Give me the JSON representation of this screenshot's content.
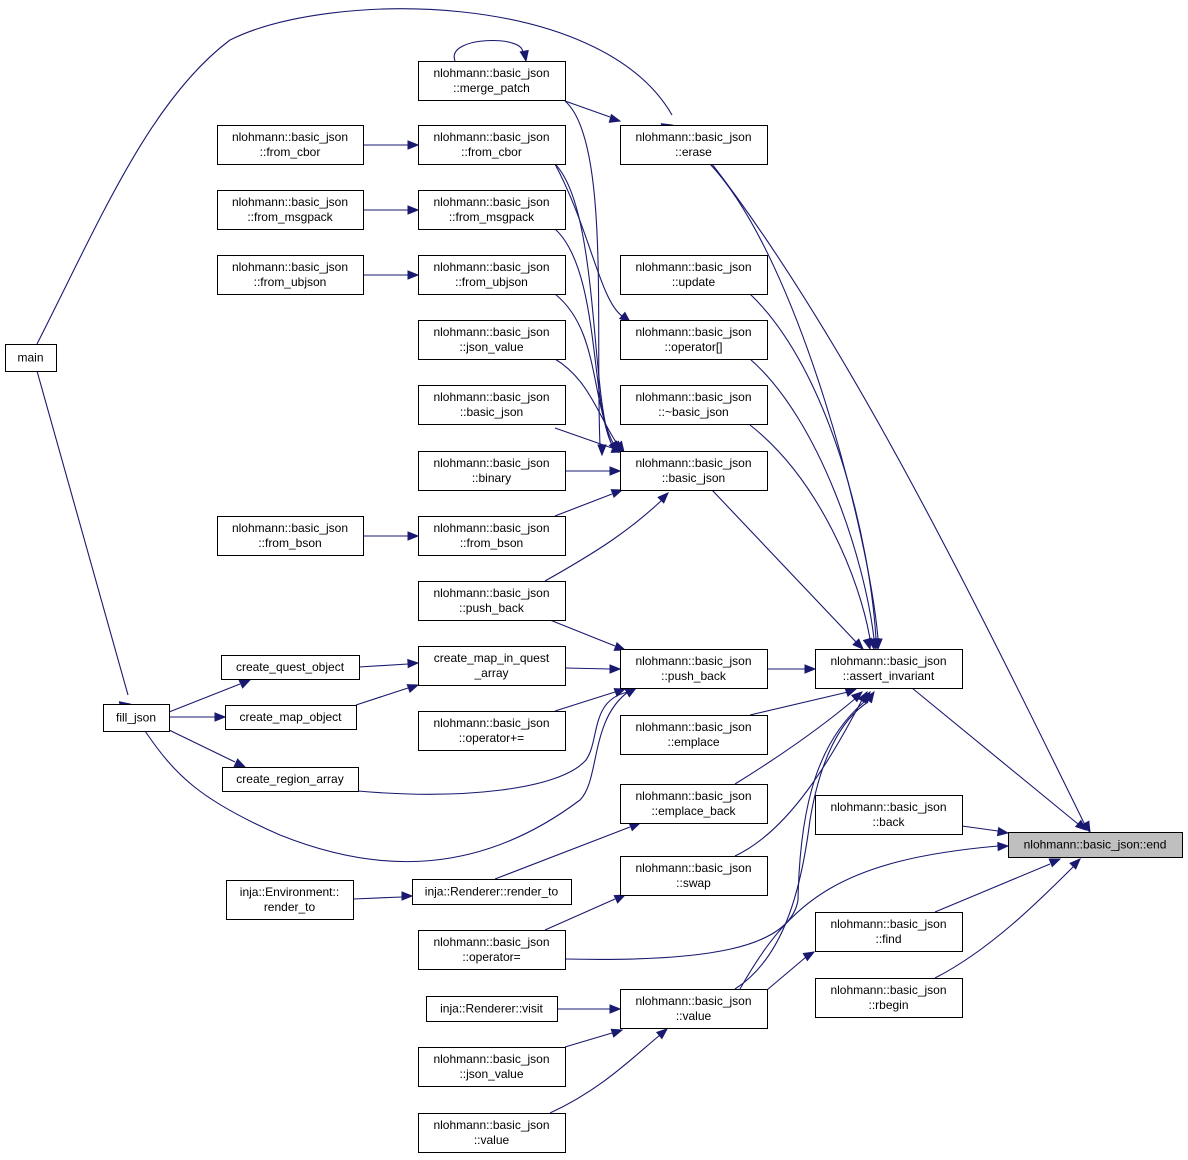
{
  "colors": {
    "edge": "#191970",
    "node_fill": "#ffffff",
    "highlight_fill": "#bfbfbf",
    "border": "#000000"
  },
  "nodes": [
    {
      "id": "main",
      "lines": [
        "main"
      ]
    },
    {
      "id": "fill_json",
      "lines": [
        "fill_json"
      ]
    },
    {
      "id": "from_cbor_l",
      "lines": [
        "nlohmann::basic_json",
        "::from_cbor"
      ]
    },
    {
      "id": "from_msgpack_l",
      "lines": [
        "nlohmann::basic_json",
        "::from_msgpack"
      ]
    },
    {
      "id": "from_ubjson_l",
      "lines": [
        "nlohmann::basic_json",
        "::from_ubjson"
      ]
    },
    {
      "id": "from_bson_l",
      "lines": [
        "nlohmann::basic_json",
        "::from_bson"
      ]
    },
    {
      "id": "create_quest_object",
      "lines": [
        "create_quest_object"
      ]
    },
    {
      "id": "create_map_object",
      "lines": [
        "create_map_object"
      ]
    },
    {
      "id": "create_region_array",
      "lines": [
        "create_region_array"
      ]
    },
    {
      "id": "env_render_to",
      "lines": [
        "inja::Environment::",
        "render_to"
      ]
    },
    {
      "id": "merge_patch",
      "lines": [
        "nlohmann::basic_json",
        "::merge_patch"
      ]
    },
    {
      "id": "from_cbor",
      "lines": [
        "nlohmann::basic_json",
        "::from_cbor"
      ]
    },
    {
      "id": "from_msgpack",
      "lines": [
        "nlohmann::basic_json",
        "::from_msgpack"
      ]
    },
    {
      "id": "from_ubjson",
      "lines": [
        "nlohmann::basic_json",
        "::from_ubjson"
      ]
    },
    {
      "id": "json_value1",
      "lines": [
        "nlohmann::basic_json",
        "::json_value"
      ]
    },
    {
      "id": "basic_json_ctor",
      "lines": [
        "nlohmann::basic_json",
        "::basic_json"
      ]
    },
    {
      "id": "binary",
      "lines": [
        "nlohmann::basic_json",
        "::binary"
      ]
    },
    {
      "id": "from_bson",
      "lines": [
        "nlohmann::basic_json",
        "::from_bson"
      ]
    },
    {
      "id": "push_back1",
      "lines": [
        "nlohmann::basic_json",
        "::push_back"
      ]
    },
    {
      "id": "create_map_in_quest",
      "lines": [
        "create_map_in_quest",
        "_array"
      ]
    },
    {
      "id": "operator_plus_eq",
      "lines": [
        "nlohmann::basic_json",
        "::operator+="
      ]
    },
    {
      "id": "renderer_render_to",
      "lines": [
        "inja::Renderer::render_to"
      ]
    },
    {
      "id": "operator_assign",
      "lines": [
        "nlohmann::basic_json",
        "::operator="
      ]
    },
    {
      "id": "renderer_visit",
      "lines": [
        "inja::Renderer::visit"
      ]
    },
    {
      "id": "json_value2",
      "lines": [
        "nlohmann::basic_json",
        "::json_value"
      ]
    },
    {
      "id": "value2",
      "lines": [
        "nlohmann::basic_json",
        "::value"
      ]
    },
    {
      "id": "erase",
      "lines": [
        "nlohmann::basic_json",
        "::erase"
      ]
    },
    {
      "id": "update",
      "lines": [
        "nlohmann::basic_json",
        "::update"
      ]
    },
    {
      "id": "operator_index",
      "lines": [
        "nlohmann::basic_json",
        "::operator[]"
      ]
    },
    {
      "id": "dtor",
      "lines": [
        "nlohmann::basic_json",
        "::~basic_json"
      ]
    },
    {
      "id": "basic_json_mid",
      "lines": [
        "nlohmann::basic_json",
        "::basic_json"
      ]
    },
    {
      "id": "push_back2",
      "lines": [
        "nlohmann::basic_json",
        "::push_back"
      ]
    },
    {
      "id": "emplace",
      "lines": [
        "nlohmann::basic_json",
        "::emplace"
      ]
    },
    {
      "id": "emplace_back",
      "lines": [
        "nlohmann::basic_json",
        "::emplace_back"
      ]
    },
    {
      "id": "swap",
      "lines": [
        "nlohmann::basic_json",
        "::swap"
      ]
    },
    {
      "id": "value1",
      "lines": [
        "nlohmann::basic_json",
        "::value"
      ]
    },
    {
      "id": "assert_invariant",
      "lines": [
        "nlohmann::basic_json",
        "::assert_invariant"
      ]
    },
    {
      "id": "back",
      "lines": [
        "nlohmann::basic_json",
        "::back"
      ]
    },
    {
      "id": "find",
      "lines": [
        "nlohmann::basic_json",
        "::find"
      ]
    },
    {
      "id": "rbegin",
      "lines": [
        "nlohmann::basic_json",
        "::rbegin"
      ]
    },
    {
      "id": "end",
      "lines": [
        "nlohmann::basic_json::end"
      ],
      "highlight": true
    }
  ]
}
